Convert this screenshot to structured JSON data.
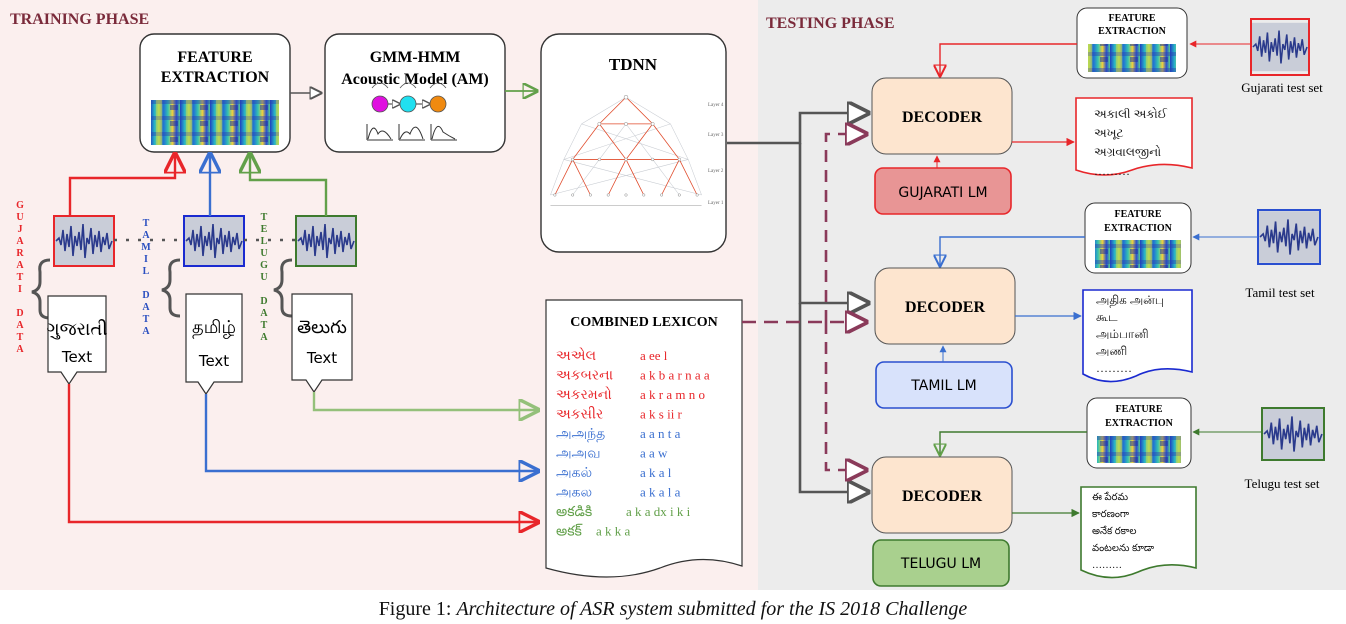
{
  "training": {
    "title": "TRAINING PHASE",
    "feature_extraction": [
      "FEATURE",
      "EXTRACTION"
    ],
    "gmm_hmm": [
      "GMM-HMM",
      "Acoustic Model (AM)"
    ],
    "tdnn": "TDNN",
    "tdnn_layers": [
      "Layer 4",
      "Layer 3",
      "Layer 2",
      "Layer 1"
    ],
    "text_cards": [
      {
        "script": "ગુજરાતી",
        "label": "Text"
      },
      {
        "script": "தமிழ்",
        "label": "Text"
      },
      {
        "script": "తెలుగు",
        "label": "Text"
      }
    ],
    "data_labels": {
      "gujarati": "GUJARATI DATA",
      "tamil": "TAMIL DATA",
      "telugu": "TELUGU DATA"
    },
    "lexicon": {
      "title": "COMBINED LEXICON",
      "entries": [
        {
          "word": "અએલ",
          "phones": "a ee l",
          "lang": "gujarati"
        },
        {
          "word": "અકબરના",
          "phones": "a k b a r n a a",
          "lang": "gujarati"
        },
        {
          "word": "અકરમનો",
          "phones": "a k r a m n o",
          "lang": "gujarati"
        },
        {
          "word": "અકસીર",
          "phones": "a k s ii r",
          "lang": "gujarati"
        },
        {
          "word": "அஅந்த",
          "phones": "a a n t a",
          "lang": "tamil"
        },
        {
          "word": "அஅவ",
          "phones": "a a w",
          "lang": "tamil"
        },
        {
          "word": "அகல்",
          "phones": "a k a l",
          "lang": "tamil"
        },
        {
          "word": "அகல",
          "phones": "a k a l a",
          "lang": "tamil"
        },
        {
          "word": "అకడికి",
          "phones": "a k a dx i k i",
          "lang": "telugu"
        },
        {
          "word": "అకక్",
          "phones": "a k k a",
          "lang": "telugu"
        }
      ]
    }
  },
  "testing": {
    "title": "TESTING PHASE",
    "feature_extraction": [
      "FEATURE",
      "EXTRACTION"
    ],
    "decoder": "DECODER",
    "test_sets": [
      "Gujarati test set",
      "Tamil test set",
      "Telugu test set"
    ],
    "lms": [
      "GUJARATI LM",
      "TAMIL LM",
      "TELUGU LM"
    ],
    "outputs": [
      [
        "અકાલી અકોઈ",
        "અખૂટ",
        "અગ્રવાલજીનો",
        "………"
      ],
      [
        "அதிக அன்பு",
        "கூட",
        "அம்பானி",
        "அணி",
        "………"
      ],
      [
        "ఈ పేరమ",
        "కారణంగా",
        "అనేక రకాల",
        "వంటలను కూడా",
        "………"
      ]
    ]
  },
  "caption": {
    "prefix": "Figure 1: ",
    "text": "Architecture of ASR system submitted for the IS 2018 Challenge"
  },
  "colors": {
    "training_bg": "#fbefee",
    "testing_bg": "#ececec",
    "gujarati": "#e8262a",
    "tamil": "#3a6fd0",
    "telugu": "#62a04a",
    "decoder_fill": "#fde5cf",
    "lexicon_link": "#8a3a5a",
    "phase_title": "#7a2a3a"
  }
}
